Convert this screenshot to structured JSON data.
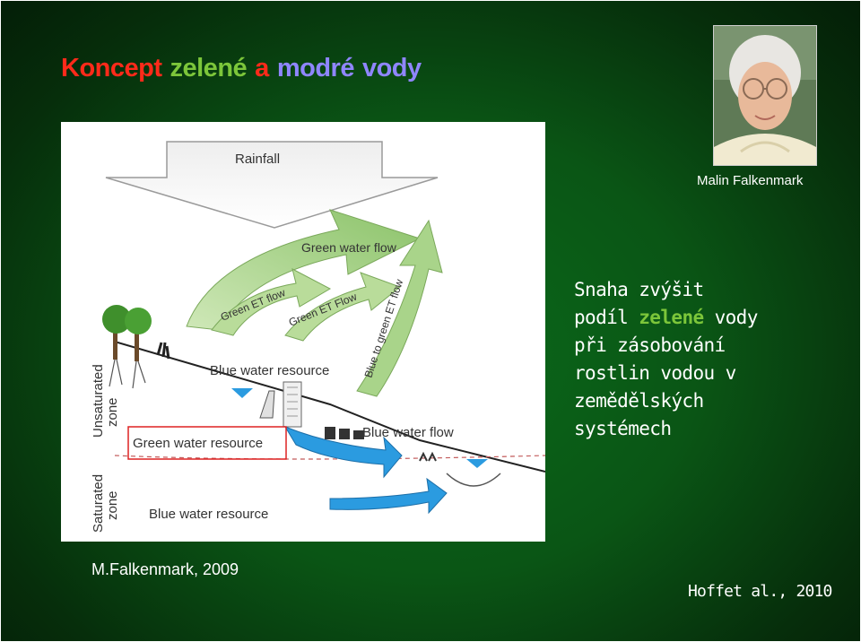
{
  "title": {
    "part1": "Koncept",
    "part2": "zelené",
    "part3": "a",
    "part4": "modré",
    "part5": "vody"
  },
  "photo": {
    "caption": "Malin Falkenmark"
  },
  "side_text": {
    "line1": "Snaha zvýšit",
    "line2_pre": "podíl ",
    "line2_hl": "zelené",
    "line2_post": " vody",
    "line3": "při zásobování",
    "line4": "rostlin vodou v",
    "line5": "zemědělských",
    "line6": "systémech"
  },
  "diagram": {
    "rainfall": "Rainfall",
    "green_water_flow": "Green water flow",
    "green_et_flow_1": "Green ET flow",
    "green_et_flow_2": "Green ET Flow",
    "blue_to_green": "Blue to green ET flow",
    "blue_water_resource_top": "Blue water resource",
    "green_water_resource": "Green water resource",
    "blue_water_flow": "Blue water flow",
    "unsaturated_zone_1": "Unsaturated",
    "unsaturated_zone_2": "zone",
    "saturated_zone_1": "Saturated",
    "saturated_zone_2": "zone",
    "blue_water_resource_bottom": "Blue water resource"
  },
  "citations": {
    "left": "M.Falkenmark, 2009",
    "right": "Hoffet al., 2010"
  },
  "colors": {
    "title_red": "#ff2a1a",
    "title_green": "#7cc63a",
    "title_blue": "#8f86ff",
    "arrow_green": "#9ccc7a",
    "water_blue": "#2b9be0"
  }
}
